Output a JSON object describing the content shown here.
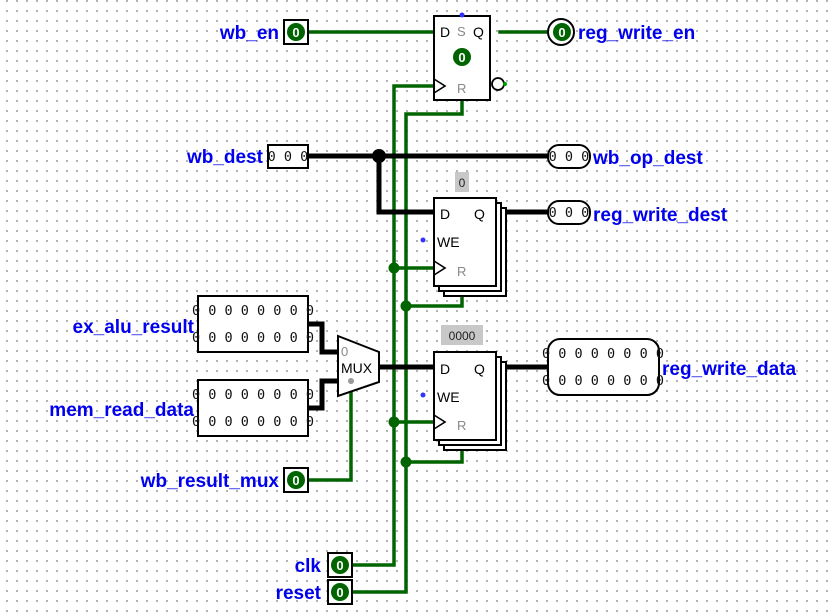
{
  "inputs": {
    "wb_en": {
      "label": "wb_en",
      "value": "0"
    },
    "wb_dest": {
      "label": "wb_dest",
      "value": "0 0 0"
    },
    "ex_alu_result": {
      "label": "ex_alu_result",
      "row1": "0 0 0 0 0 0 0 0",
      "row2": "0 0 0 0 0 0 0 0"
    },
    "mem_read_data": {
      "label": "mem_read_data",
      "row1": "0 0 0 0 0 0 0 0",
      "row2": "0 0 0 0 0 0 0 0"
    },
    "wb_result_mux": {
      "label": "wb_result_mux",
      "value": "0"
    },
    "clk": {
      "label": "clk",
      "value": "0"
    },
    "reset": {
      "label": "reset",
      "value": "0"
    }
  },
  "outputs": {
    "reg_write_en": {
      "label": "reg_write_en",
      "value": "0"
    },
    "wb_op_dest": {
      "label": "wb_op_dest",
      "value": "0 0 0"
    },
    "reg_write_dest": {
      "label": "reg_write_dest",
      "value": "0 0 0"
    },
    "reg_write_data": {
      "label": "reg_write_data",
      "row1": "0 0 0 0 0 0 0 0",
      "row2": "0 0 0 0 0 0 0 0"
    }
  },
  "flipflop": {
    "pin_d": "D",
    "pin_s": "S",
    "pin_q": "Q",
    "pin_r": "R",
    "state": "0"
  },
  "reg_dest": {
    "value_tag": "0",
    "pin_d": "D",
    "pin_q": "Q",
    "pin_we": "WE",
    "pin_r": "R"
  },
  "reg_data": {
    "value_tag": "0000",
    "pin_d": "D",
    "pin_q": "Q",
    "pin_we": "WE",
    "pin_r": "R"
  },
  "mux": {
    "label": "MUX",
    "select_zero": "0"
  },
  "colors": {
    "wire_low": "#006400",
    "wire_led": "#00a000",
    "led_fill": "#006400",
    "label": "#0000ee",
    "bus": "#000000",
    "we_dot": "#3333ff"
  }
}
